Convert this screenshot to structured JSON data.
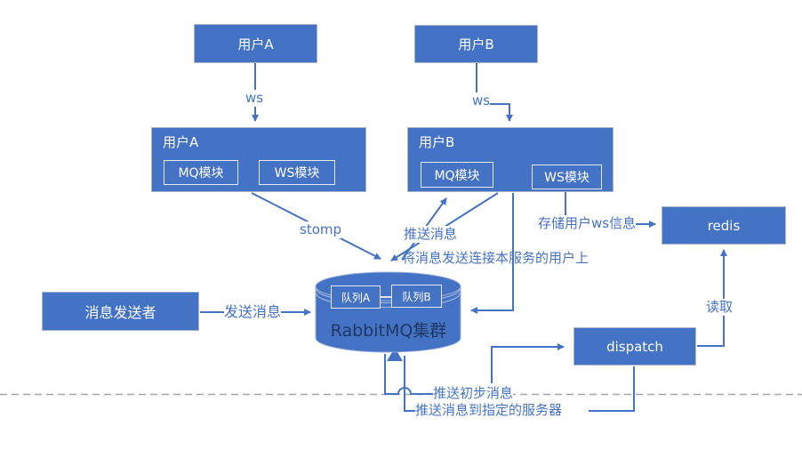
{
  "diagram": {
    "title_node": "RabbitMQ集群",
    "nodes": {
      "user_a_top": {
        "label": "用户A"
      },
      "user_b_top": {
        "label": "用户B"
      },
      "user_a_main": {
        "label": "用户A",
        "mq": "MQ模块",
        "ws": "WS模块"
      },
      "user_b_main": {
        "label": "用户B",
        "mq": "MQ模块",
        "ws": "WS模块"
      },
      "sender": {
        "label": "消息发送者"
      },
      "redis": {
        "label": "redis"
      },
      "dispatch": {
        "label": "dispatch"
      },
      "queue_a": {
        "label": "队列A"
      },
      "queue_b": {
        "label": "队列B"
      }
    },
    "edge_labels": {
      "ws_a": "ws",
      "ws_b": "ws",
      "stomp": "stomp",
      "push_msg": "推送消息",
      "send_to_connected": "将消息发送连接本服务的用户上",
      "store_ws_info": "存储用户ws信息",
      "send_msg": "发送消息",
      "read": "读取",
      "push_initial": "推送初步消息",
      "push_to_server": "推送消息到指定的服务器"
    },
    "colors": {
      "node_fill": "#4472c4",
      "line": "#4472c4",
      "label_text": "#4472c4",
      "cylinder_text": "#1f3864",
      "dashed_line": "#a6a6a6"
    }
  }
}
